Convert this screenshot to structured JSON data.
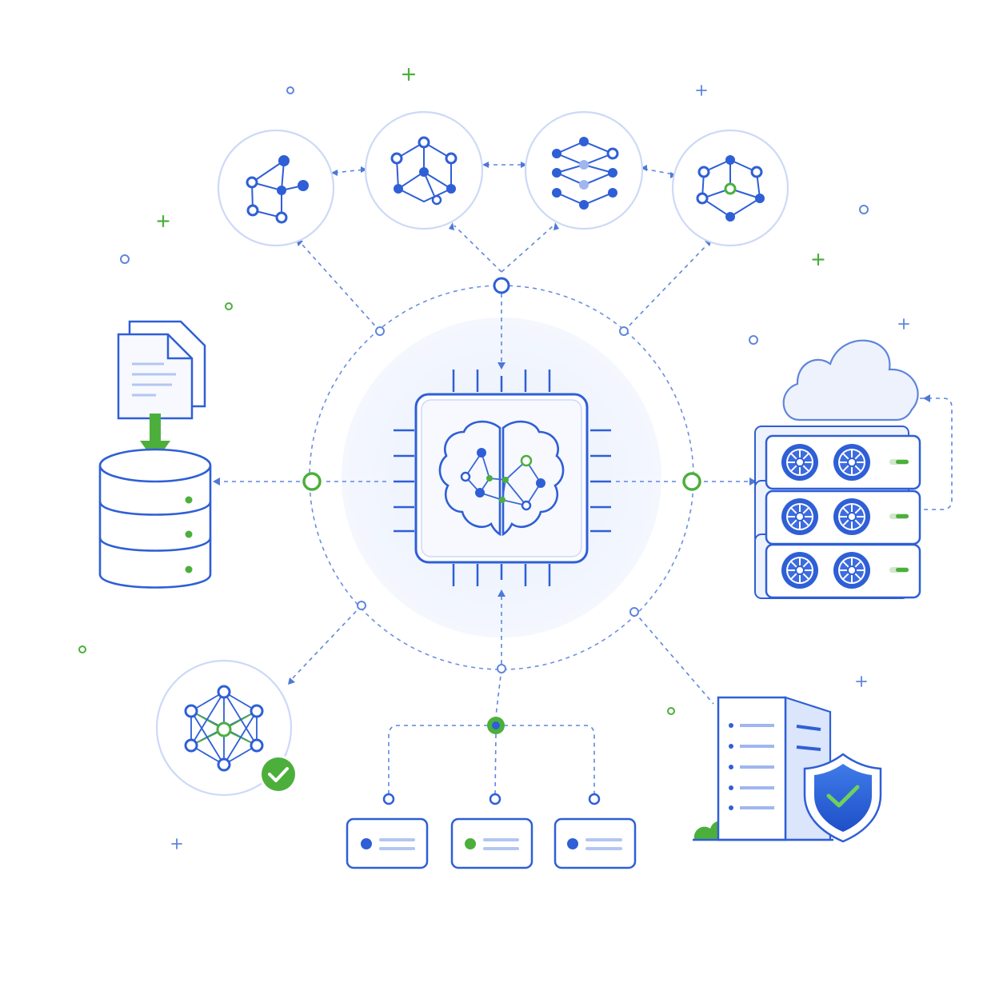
{
  "colors": {
    "primary": "#2f5fd6",
    "primary_light": "#cdd9f7",
    "accent_green": "#4caf3c",
    "line": "#5f86dc",
    "bg_soft": "#eef2fc",
    "white": "#ffffff"
  },
  "icons": {
    "center": "ai-chip-brain-icon",
    "top_nodes": [
      "branch-graph-icon",
      "cube-network-icon",
      "layered-network-icon",
      "hex-network-icon"
    ],
    "left": "document-to-database-icon",
    "right": "cloud-gpu-server-rack-icon",
    "bottom_left": "verified-neural-network-icon",
    "bottom_center": "distributed-task-cards-icon",
    "bottom_right": "secure-server-shield-icon",
    "check": "check-badge-icon"
  },
  "connections": [
    "center-to-top-nodes",
    "center-to-database",
    "center-to-server-rack",
    "center-to-neural-network",
    "center-to-task-cards",
    "center-to-secure-server"
  ]
}
